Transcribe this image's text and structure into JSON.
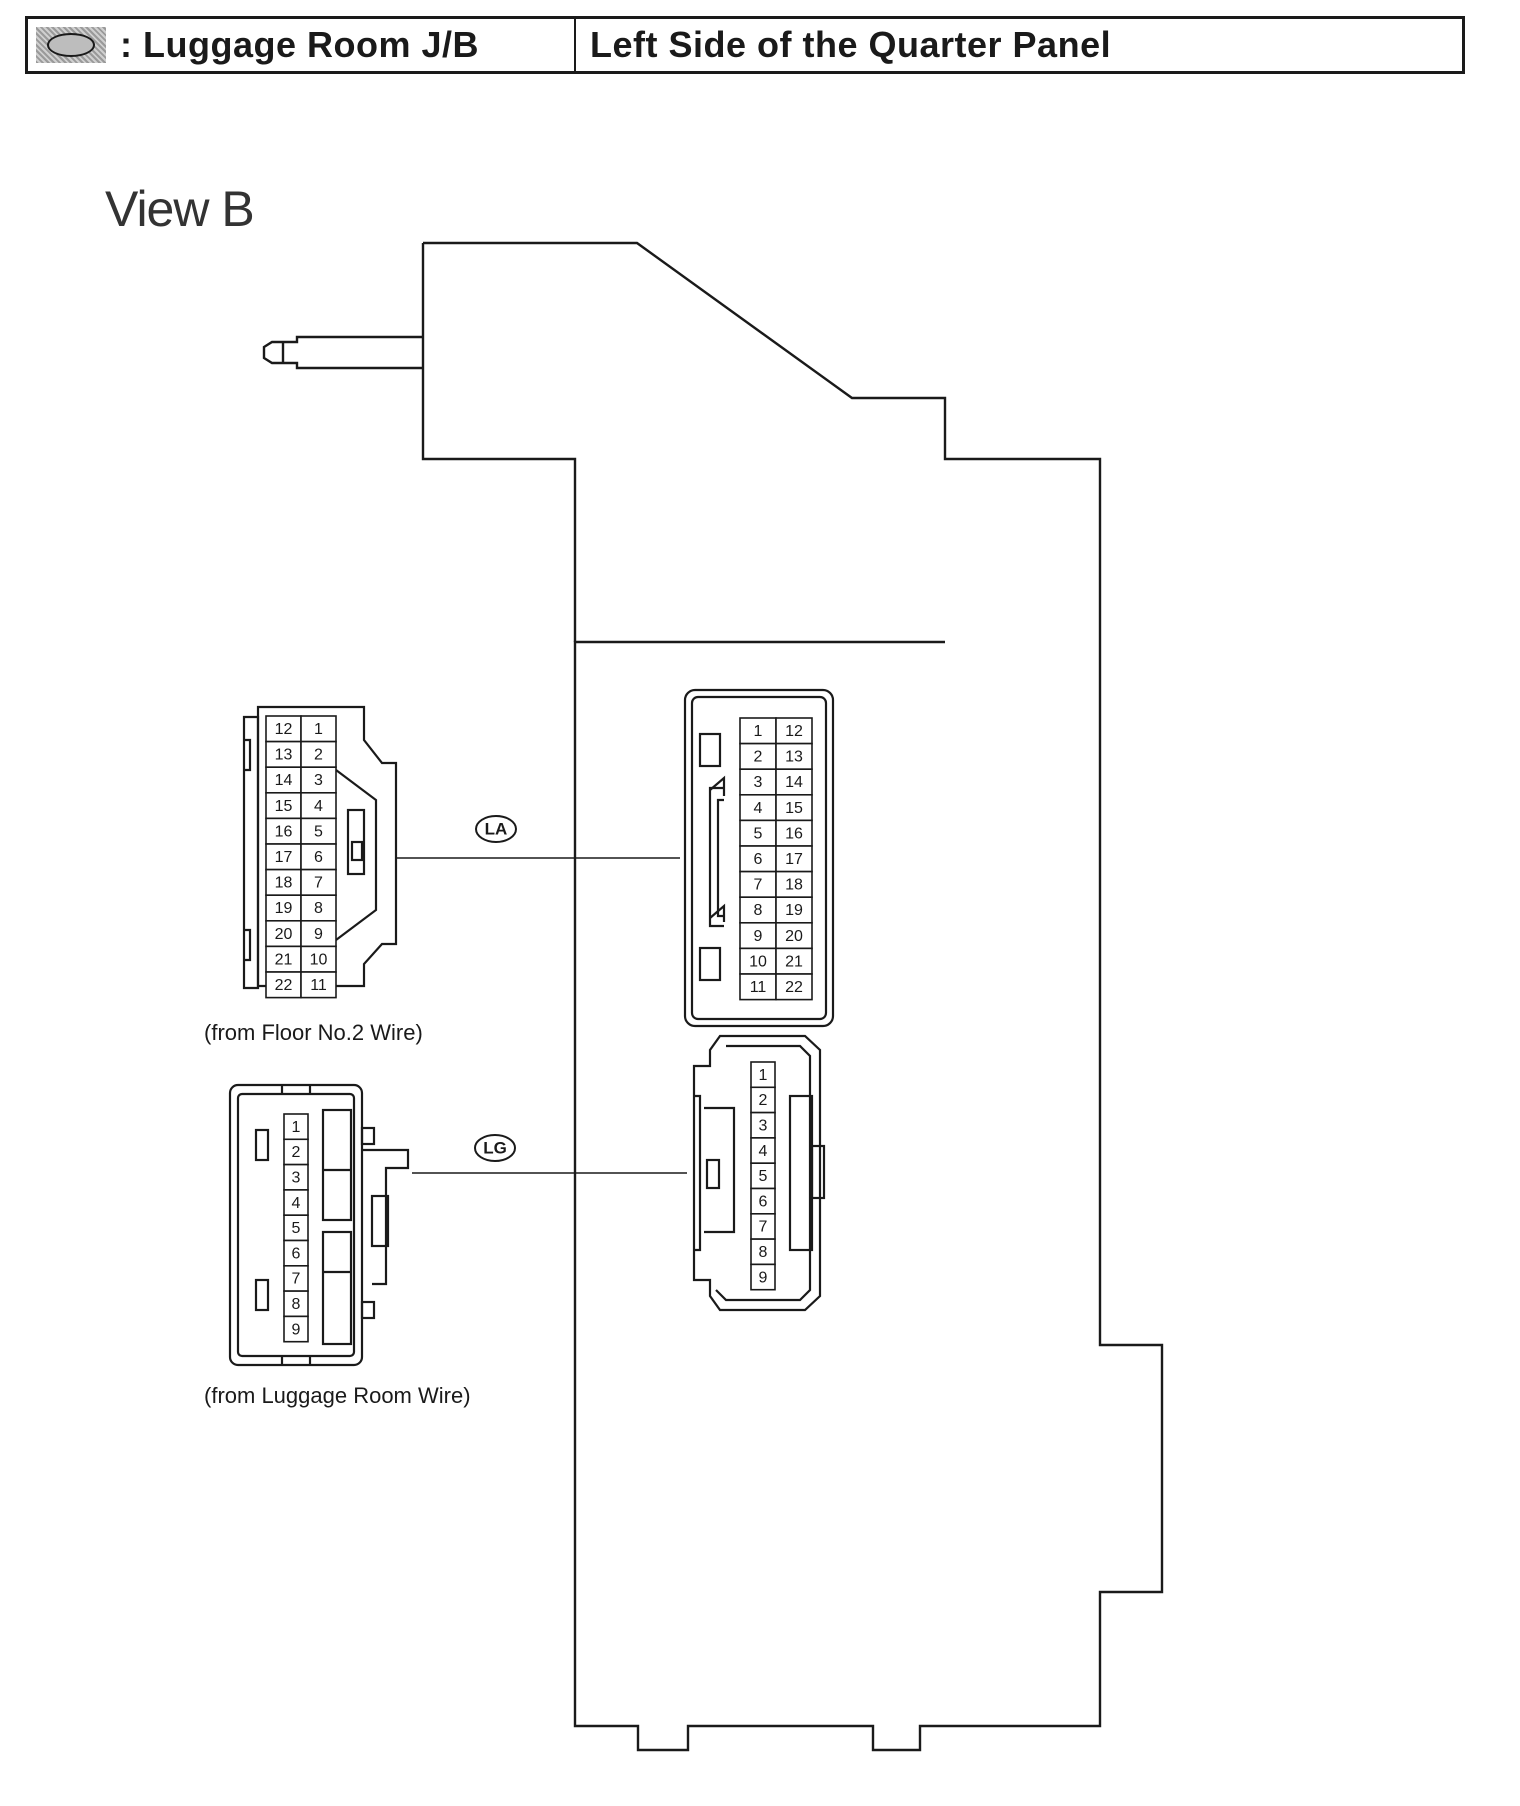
{
  "header": {
    "location_label": ": Luggage Room J/B",
    "position_label": "Left Side of the Quarter Panel",
    "icon": "junction-block-symbol-icon"
  },
  "view_title": "View B",
  "connectors": {
    "la": {
      "code": "LA",
      "source": "(from Floor No.2 Wire)",
      "wire_side_rows": [
        [
          "12",
          "1"
        ],
        [
          "13",
          "2"
        ],
        [
          "14",
          "3"
        ],
        [
          "15",
          "4"
        ],
        [
          "16",
          "5"
        ],
        [
          "17",
          "6"
        ],
        [
          "18",
          "7"
        ],
        [
          "19",
          "8"
        ],
        [
          "20",
          "9"
        ],
        [
          "21",
          "10"
        ],
        [
          "22",
          "11"
        ]
      ],
      "jb_side_rows": [
        [
          "1",
          "12"
        ],
        [
          "2",
          "13"
        ],
        [
          "3",
          "14"
        ],
        [
          "4",
          "15"
        ],
        [
          "5",
          "16"
        ],
        [
          "6",
          "17"
        ],
        [
          "7",
          "18"
        ],
        [
          "8",
          "19"
        ],
        [
          "9",
          "20"
        ],
        [
          "10",
          "21"
        ],
        [
          "11",
          "22"
        ]
      ]
    },
    "lg": {
      "code": "LG",
      "source": "(from Luggage Room Wire)",
      "wire_side_pins": [
        "1",
        "2",
        "3",
        "4",
        "5",
        "6",
        "7",
        "8",
        "9"
      ],
      "jb_side_pins": [
        "1",
        "2",
        "3",
        "4",
        "5",
        "6",
        "7",
        "8",
        "9"
      ]
    }
  }
}
